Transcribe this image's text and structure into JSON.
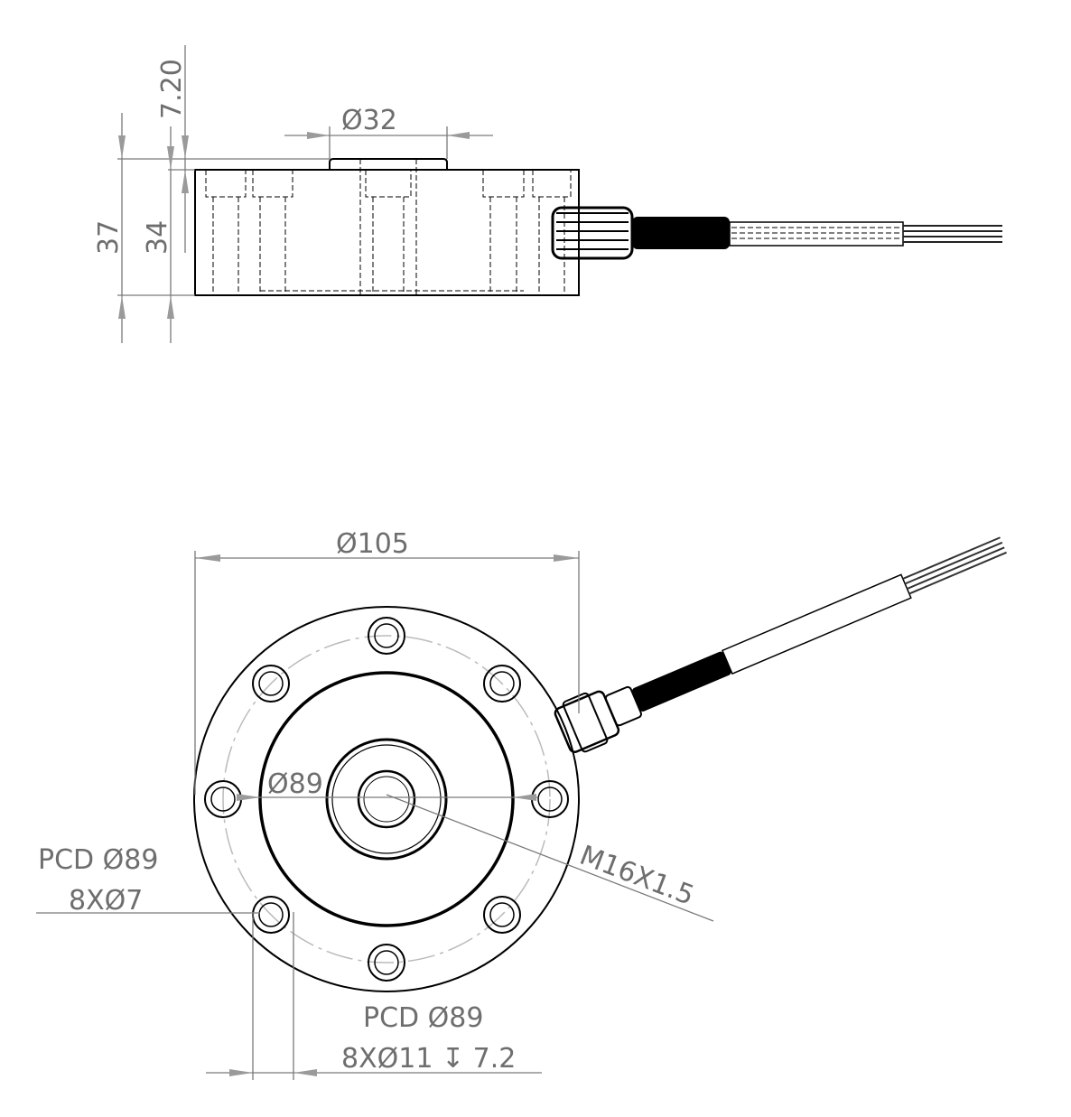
{
  "side_view": {
    "dims": {
      "boss_height": "7.20",
      "boss_diameter": "Ø32",
      "total_height": "37",
      "body_height": "34"
    }
  },
  "top_view": {
    "dims": {
      "outer_diameter": "Ø105",
      "inner_diameter": "Ø89",
      "thread": "M16X1.5",
      "mount_holes_pcd": "PCD Ø89",
      "mount_holes_spec": "8XØ7",
      "counterbore_pcd": "PCD Ø89",
      "counterbore_spec": "8XØ11 ↧ 7.2"
    }
  }
}
